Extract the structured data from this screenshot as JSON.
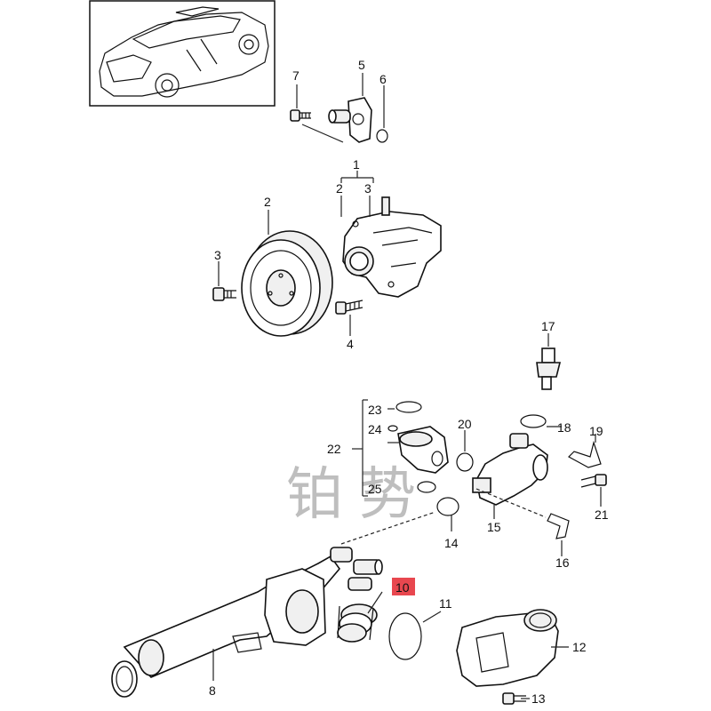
{
  "callouts": [
    {
      "id": "c1",
      "label": "1"
    },
    {
      "id": "c2",
      "label": "2"
    },
    {
      "id": "c2b",
      "label": "2"
    },
    {
      "id": "c3",
      "label": "3"
    },
    {
      "id": "c3b",
      "label": "3"
    },
    {
      "id": "c4",
      "label": "4"
    },
    {
      "id": "c5",
      "label": "5"
    },
    {
      "id": "c6",
      "label": "6"
    },
    {
      "id": "c7",
      "label": "7"
    },
    {
      "id": "c8",
      "label": "8"
    },
    {
      "id": "c10",
      "label": "10",
      "highlight": true
    },
    {
      "id": "c11",
      "label": "11"
    },
    {
      "id": "c12",
      "label": "12"
    },
    {
      "id": "c13",
      "label": "13"
    },
    {
      "id": "c14",
      "label": "14"
    },
    {
      "id": "c15",
      "label": "15"
    },
    {
      "id": "c16",
      "label": "16"
    },
    {
      "id": "c17",
      "label": "17"
    },
    {
      "id": "c18",
      "label": "18"
    },
    {
      "id": "c19",
      "label": "19"
    },
    {
      "id": "c20",
      "label": "20"
    },
    {
      "id": "c21",
      "label": "21"
    },
    {
      "id": "c22",
      "label": "22"
    },
    {
      "id": "c23",
      "label": "23"
    },
    {
      "id": "c24",
      "label": "24"
    },
    {
      "id": "c25",
      "label": "25"
    }
  ],
  "watermark": {
    "char1": "铂",
    "char2": "势"
  },
  "colors": {
    "highlight": "#e8474f",
    "line": "#222222",
    "watermark": "#8a8a8a"
  }
}
